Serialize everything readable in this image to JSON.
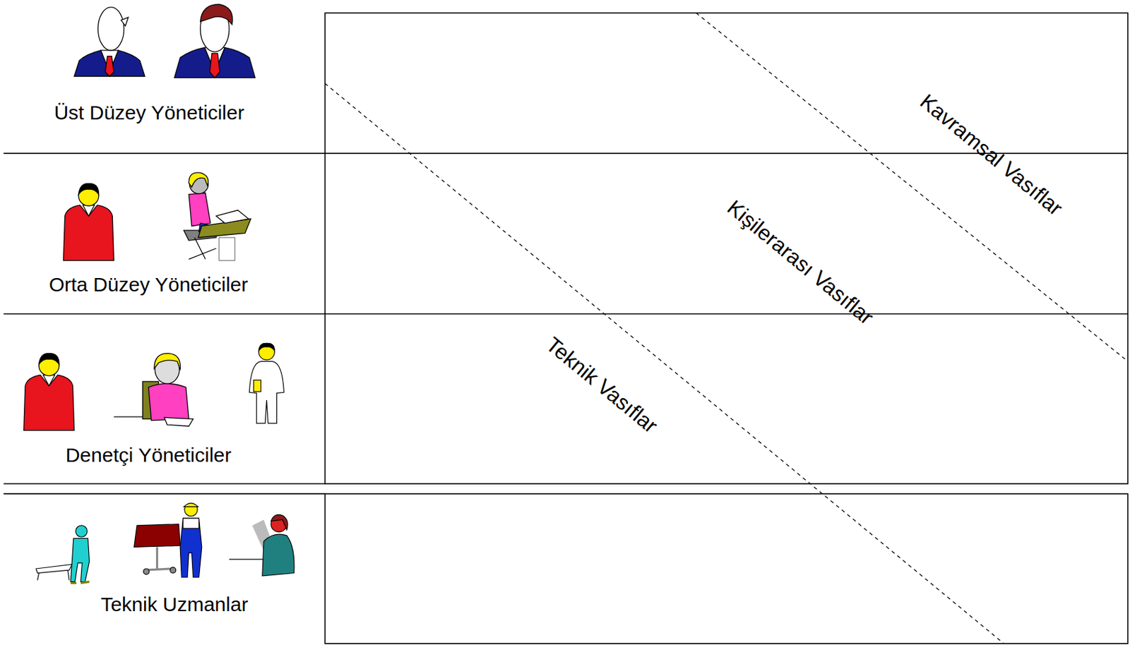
{
  "diagram": {
    "nodes": [
      {
        "text": [
          "Üst Düzey Yöneticiler"
        ]
      },
      {
        "text": [
          "Orta Düzey Yöneticiler"
        ]
      },
      {
        "text": [
          "Denetçi Yöneticiler"
        ]
      },
      {
        "text": [
          "Teknik Uzmanlar"
        ]
      }
    ],
    "labels": [
      "Kavramsal Vasıflar",
      "Kişilerarası Vasıflar",
      "Teknik Vasıflar"
    ]
  }
}
